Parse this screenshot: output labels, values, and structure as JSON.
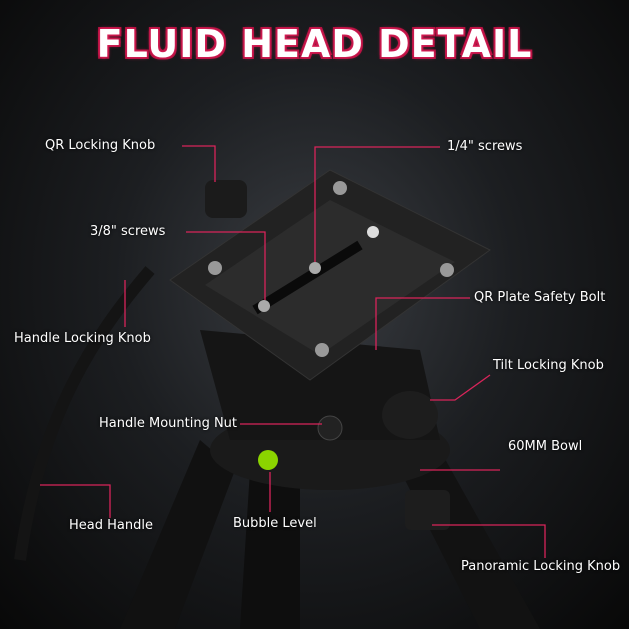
{
  "title": "FLUID HEAD DETAIL",
  "labels": {
    "qr_locking_knob": "QR Locking Knob",
    "quarter_screws": "1/4\" screws",
    "three_eighth_screws": "3/8\" screws",
    "handle_locking_knob": "Handle Locking Knob",
    "qr_plate_safety_bolt": "QR Plate Safety Bolt",
    "tilt_locking_knob": "Tilt Locking Knob",
    "handle_mounting_nut": "Handle Mounting Nut",
    "bowl": "60MM Bowl",
    "head_handle": "Head Handle",
    "bubble_level": "Bubble Level",
    "panoramic_locking_knob": "Panoramic Locking Knob"
  },
  "colors": {
    "accent": "#d8245a",
    "bubble": "#8bd400"
  }
}
